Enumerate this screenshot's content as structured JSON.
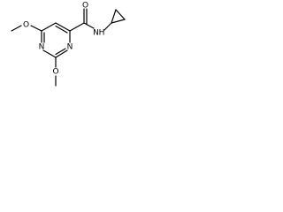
{
  "molecule": {
    "atoms": {
      "o_carbonyl": "O",
      "n_amide": "N",
      "h_amide": "H",
      "n_ring_3": "N",
      "n_ring_1": "N",
      "o_methoxy_6": "O",
      "o_methoxy_2": "O"
    }
  }
}
